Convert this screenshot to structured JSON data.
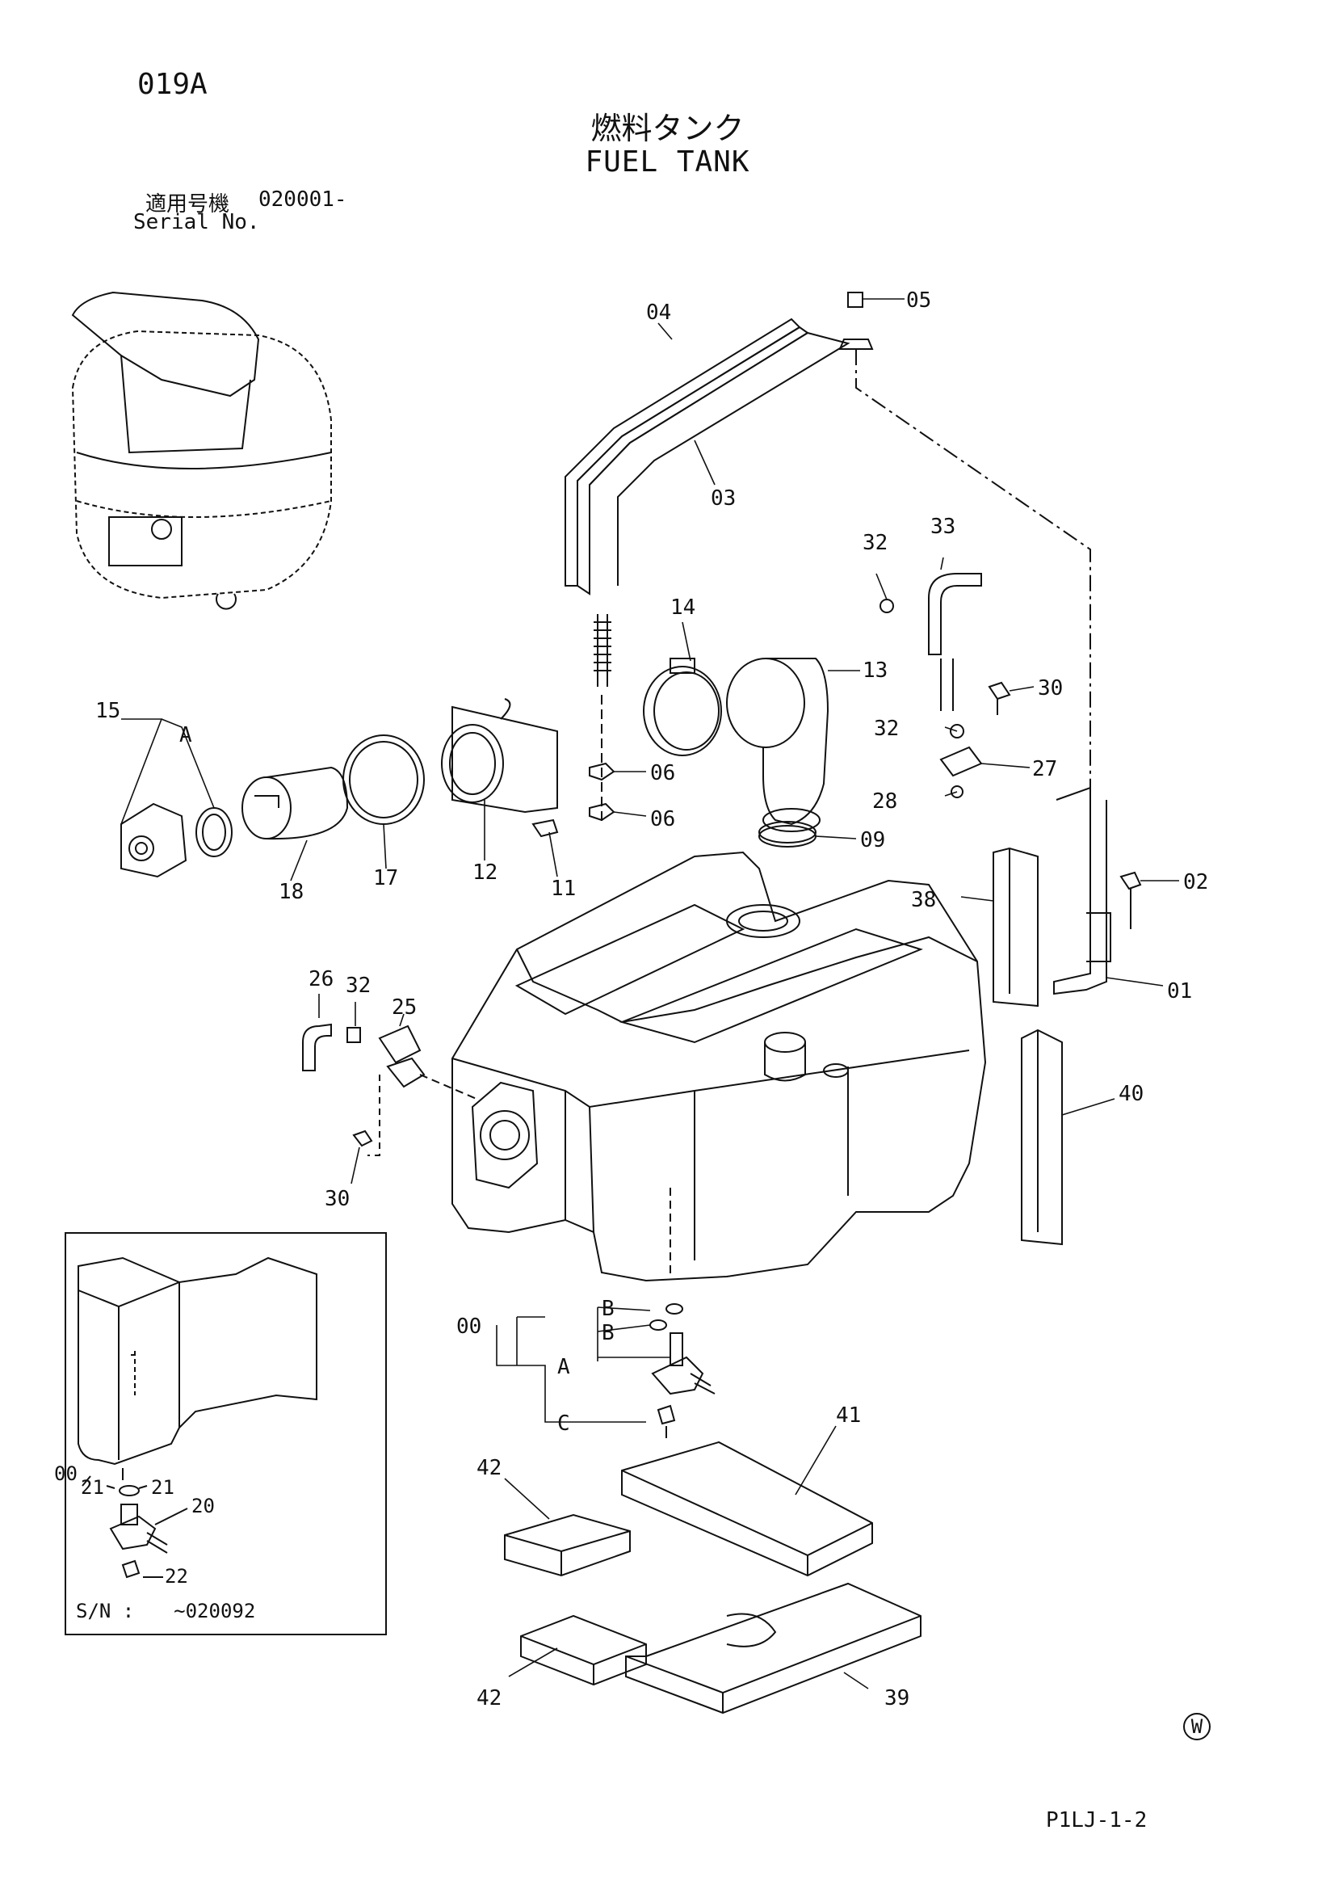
{
  "page_code": "019A",
  "title_jp": "燃料タンク",
  "title_en": "FUEL TANK",
  "serial_label_jp": "適用号機",
  "serial_value": "020001-",
  "serial_label_en": "Serial No.",
  "footer_code": "P1LJ-1-2",
  "watermark": "W",
  "inset": {
    "sn_label": "S/N :",
    "sn_value": "~020092"
  },
  "callouts": {
    "c05": "05",
    "c04": "04",
    "c03": "03",
    "c32a": "32",
    "c33": "33",
    "c14": "14",
    "c13": "13",
    "c30a": "30",
    "c15": "15",
    "cA1": "A",
    "c32b": "32",
    "c27": "27",
    "c06a": "06",
    "c06b": "06",
    "c28": "28",
    "c09": "09",
    "c18": "18",
    "c17": "17",
    "c12": "12",
    "c11": "11",
    "c02": "02",
    "c38": "38",
    "c01": "01",
    "c26": "26",
    "c32c": "32",
    "c25": "25",
    "c40": "40",
    "c30b": "30",
    "c00a": "00",
    "cB1": "B",
    "cB2": "B",
    "cA2": "A",
    "cC": "C",
    "c41": "41",
    "c42a": "42",
    "c42b": "42",
    "c39": "39",
    "c00b": "00",
    "c21a": "21",
    "c21b": "21",
    "c20": "20",
    "c22": "22"
  }
}
